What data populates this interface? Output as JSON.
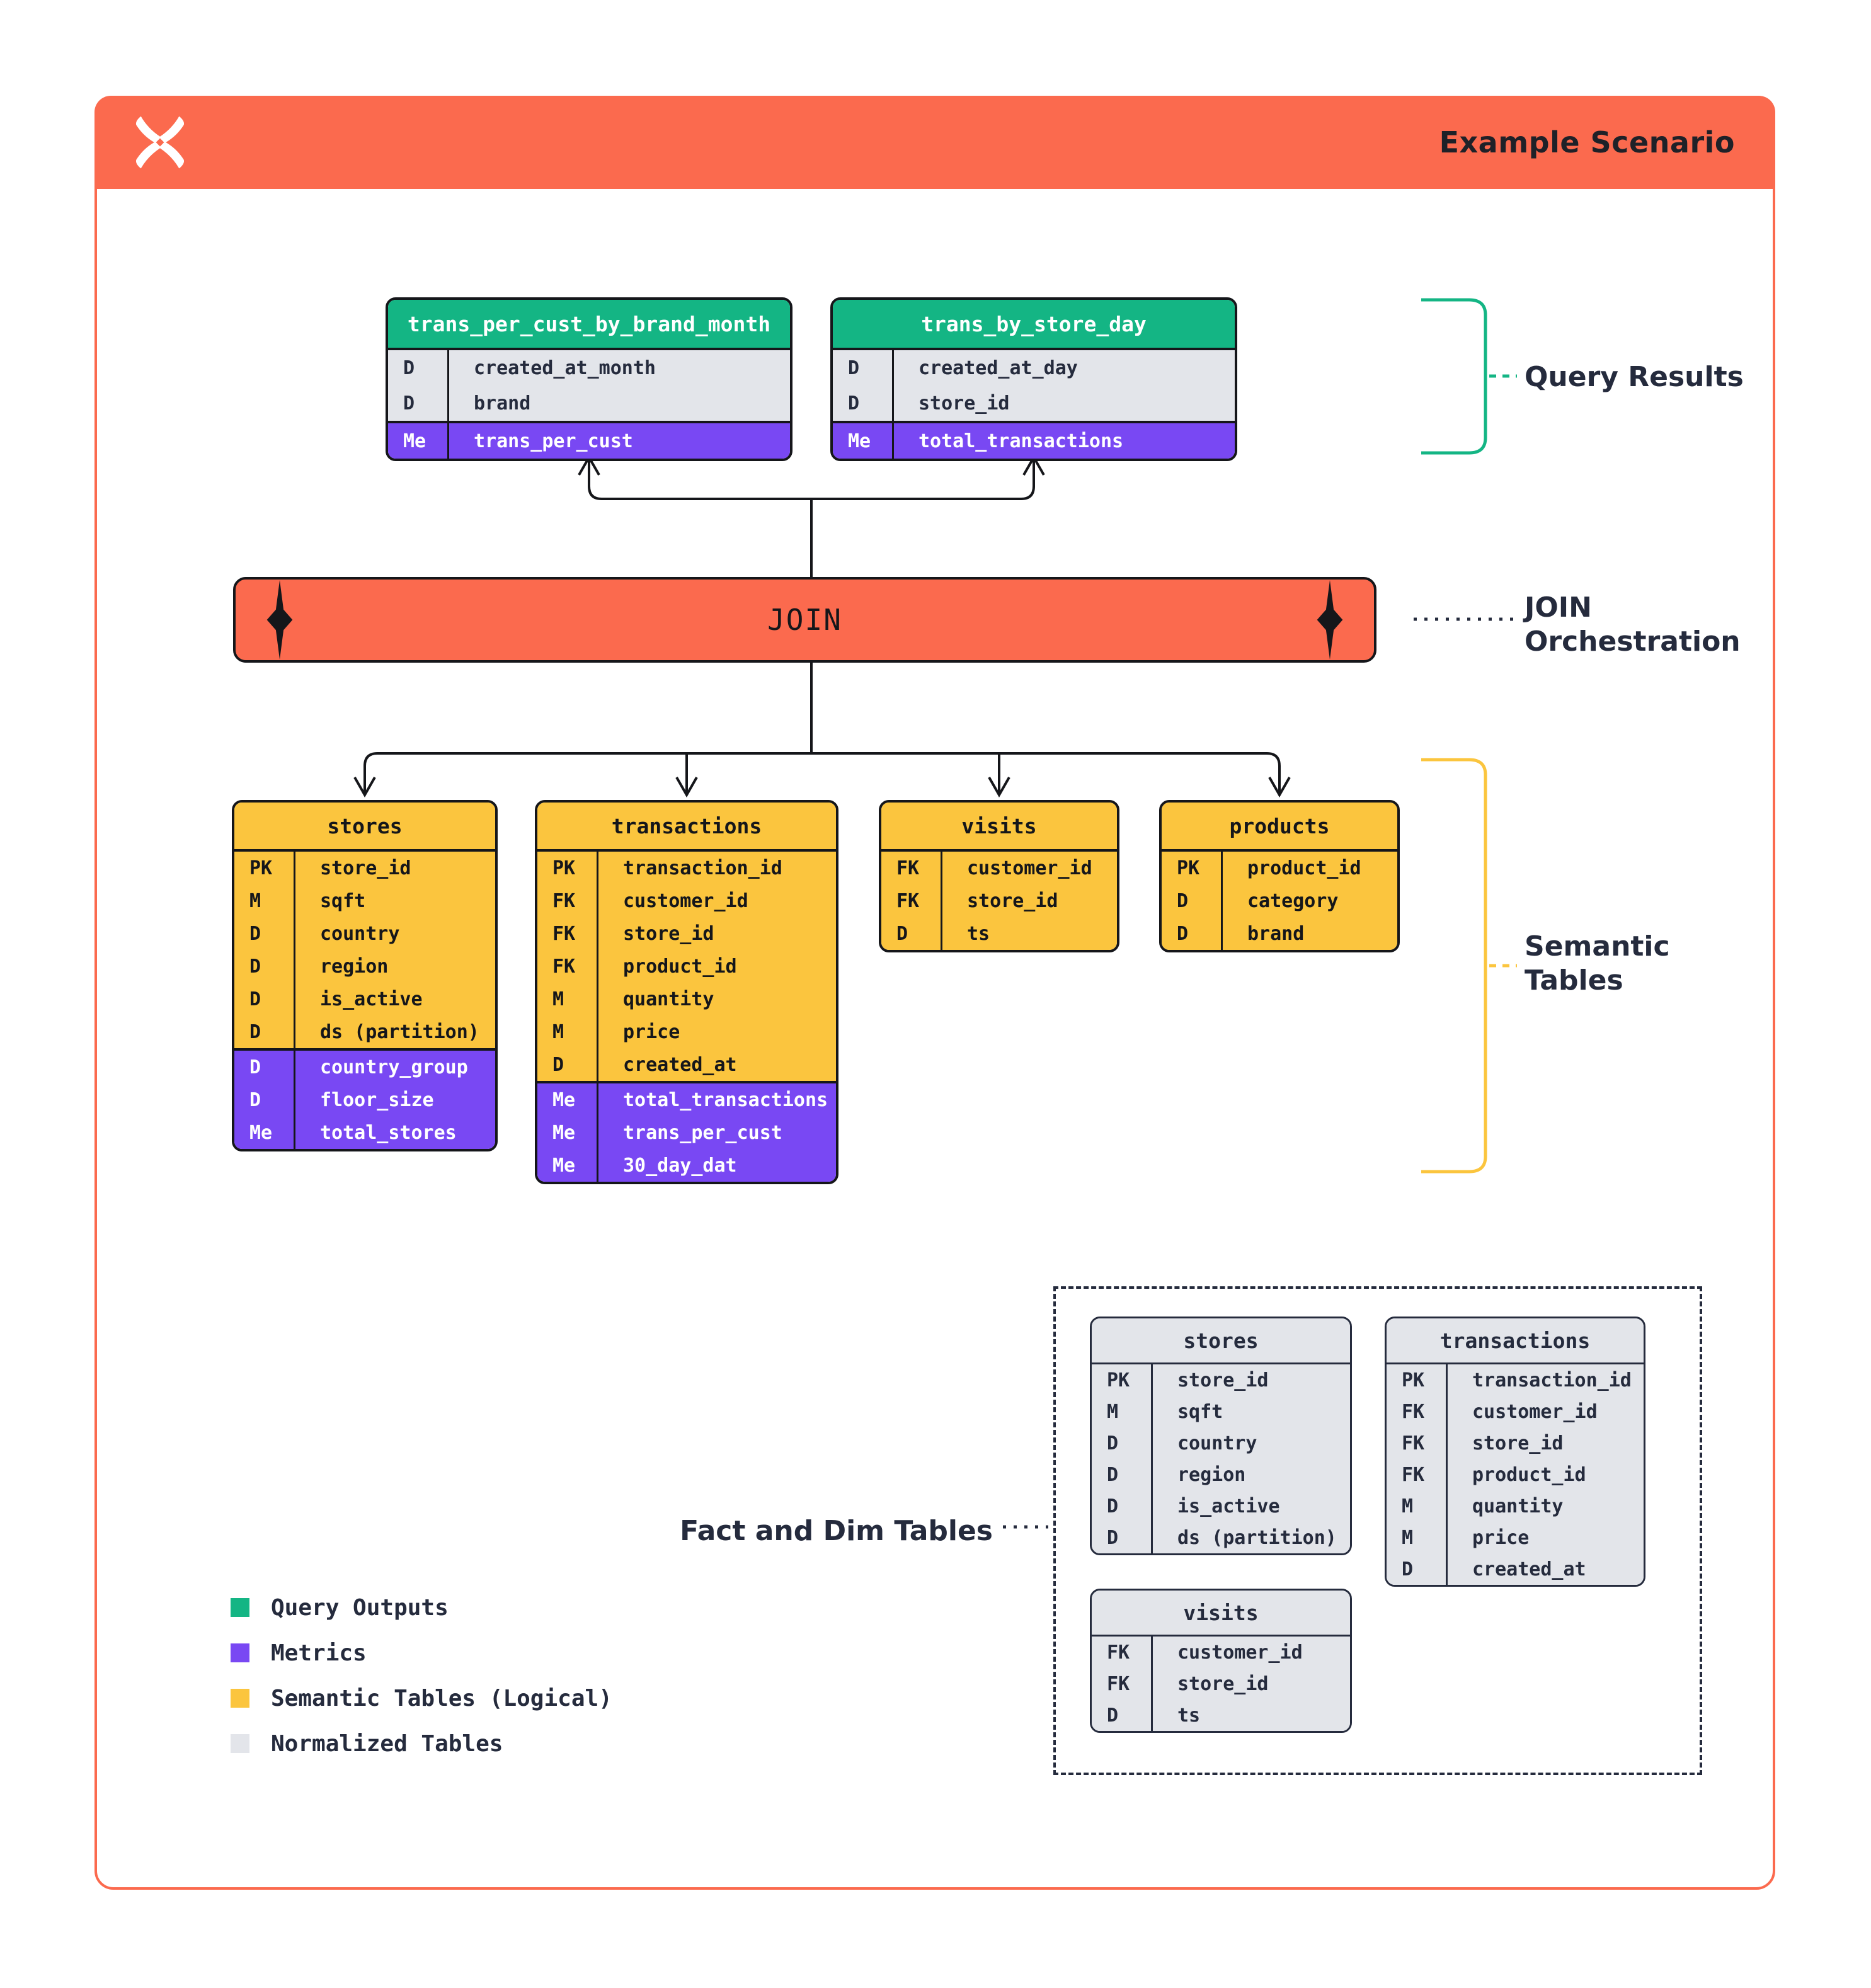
{
  "colors": {
    "orange": "#FB6A4E",
    "green": "#14B584",
    "purple": "#7948F3",
    "yellow": "#FBC53E",
    "gray_table": "#E3E5EA",
    "navy": "#252B3D",
    "black": "#15161A"
  },
  "icons": {
    "logo": "x-sparkle-logo",
    "join_decoration": "four-point-star"
  },
  "header": {
    "title": "Example Scenario"
  },
  "join_bar": {
    "label": "JOIN"
  },
  "annotations": {
    "query_results": "Query Results",
    "join_orchestration_line1": "JOIN",
    "join_orchestration_line2": "Orchestration",
    "semantic_tables_line1": "Semantic",
    "semantic_tables_line2": "Tables",
    "fact_dim_tables": "Fact and Dim Tables"
  },
  "legend": {
    "items": [
      {
        "swatch": "green",
        "label": "Query Outputs"
      },
      {
        "swatch": "purple",
        "label": "Metrics"
      },
      {
        "swatch": "yellow",
        "label": "Semantic Tables (Logical)"
      },
      {
        "swatch": "gray_table",
        "label": "Normalized Tables"
      }
    ]
  },
  "tables": {
    "result_trans_per_cust_by_brand_month": {
      "title": "trans_per_cust_by_brand_month",
      "sections": [
        {
          "kind": "fields",
          "rows": [
            {
              "type": "D",
              "name": "created_at_month"
            },
            {
              "type": "D",
              "name": "brand"
            }
          ]
        },
        {
          "kind": "metrics",
          "rows": [
            {
              "type": "Me",
              "name": "trans_per_cust"
            }
          ]
        }
      ]
    },
    "result_trans_by_store_day": {
      "title": "trans_by_store_day",
      "sections": [
        {
          "kind": "fields",
          "rows": [
            {
              "type": "D",
              "name": "created_at_day"
            },
            {
              "type": "D",
              "name": "store_id"
            }
          ]
        },
        {
          "kind": "metrics",
          "rows": [
            {
              "type": "Me",
              "name": "total_transactions"
            }
          ]
        }
      ]
    },
    "semantic_stores": {
      "title": "stores",
      "sections": [
        {
          "kind": "fields",
          "rows": [
            {
              "type": "PK",
              "name": "store_id"
            },
            {
              "type": "M",
              "name": "sqft"
            },
            {
              "type": "D",
              "name": "country"
            },
            {
              "type": "D",
              "name": "region"
            },
            {
              "type": "D",
              "name": "is_active"
            },
            {
              "type": "D",
              "name": "ds (partition)"
            }
          ]
        },
        {
          "kind": "metrics",
          "rows": [
            {
              "type": "D",
              "name": "country_group"
            },
            {
              "type": "D",
              "name": "floor_size"
            },
            {
              "type": "Me",
              "name": "total_stores"
            }
          ]
        }
      ]
    },
    "semantic_transactions": {
      "title": "transactions",
      "sections": [
        {
          "kind": "fields",
          "rows": [
            {
              "type": "PK",
              "name": "transaction_id"
            },
            {
              "type": "FK",
              "name": "customer_id"
            },
            {
              "type": "FK",
              "name": "store_id"
            },
            {
              "type": "FK",
              "name": "product_id"
            },
            {
              "type": "M",
              "name": "quantity"
            },
            {
              "type": "M",
              "name": "price"
            },
            {
              "type": "D",
              "name": "created_at"
            }
          ]
        },
        {
          "kind": "metrics",
          "rows": [
            {
              "type": "Me",
              "name": "total_transactions"
            },
            {
              "type": "Me",
              "name": "trans_per_cust"
            },
            {
              "type": "Me",
              "name": "30_day_dat"
            }
          ]
        }
      ]
    },
    "semantic_visits": {
      "title": "visits",
      "sections": [
        {
          "kind": "fields",
          "rows": [
            {
              "type": "FK",
              "name": "customer_id"
            },
            {
              "type": "FK",
              "name": "store_id"
            },
            {
              "type": "D",
              "name": "ts"
            }
          ]
        }
      ]
    },
    "semantic_products": {
      "title": "products",
      "sections": [
        {
          "kind": "fields",
          "rows": [
            {
              "type": "PK",
              "name": "product_id"
            },
            {
              "type": "D",
              "name": "category"
            },
            {
              "type": "D",
              "name": "brand"
            }
          ]
        }
      ]
    },
    "normalized_stores": {
      "title": "stores",
      "sections": [
        {
          "kind": "fields",
          "rows": [
            {
              "type": "PK",
              "name": "store_id"
            },
            {
              "type": "M",
              "name": "sqft"
            },
            {
              "type": "D",
              "name": "country"
            },
            {
              "type": "D",
              "name": "region"
            },
            {
              "type": "D",
              "name": "is_active"
            },
            {
              "type": "D",
              "name": "ds (partition)"
            }
          ]
        }
      ]
    },
    "normalized_transactions": {
      "title": "transactions",
      "sections": [
        {
          "kind": "fields",
          "rows": [
            {
              "type": "PK",
              "name": "transaction_id"
            },
            {
              "type": "FK",
              "name": "customer_id"
            },
            {
              "type": "FK",
              "name": "store_id"
            },
            {
              "type": "FK",
              "name": "product_id"
            },
            {
              "type": "M",
              "name": "quantity"
            },
            {
              "type": "M",
              "name": "price"
            },
            {
              "type": "D",
              "name": "created_at"
            }
          ]
        }
      ]
    },
    "normalized_visits": {
      "title": "visits",
      "sections": [
        {
          "kind": "fields",
          "rows": [
            {
              "type": "FK",
              "name": "customer_id"
            },
            {
              "type": "FK",
              "name": "store_id"
            },
            {
              "type": "D",
              "name": "ts"
            }
          ]
        }
      ]
    }
  }
}
